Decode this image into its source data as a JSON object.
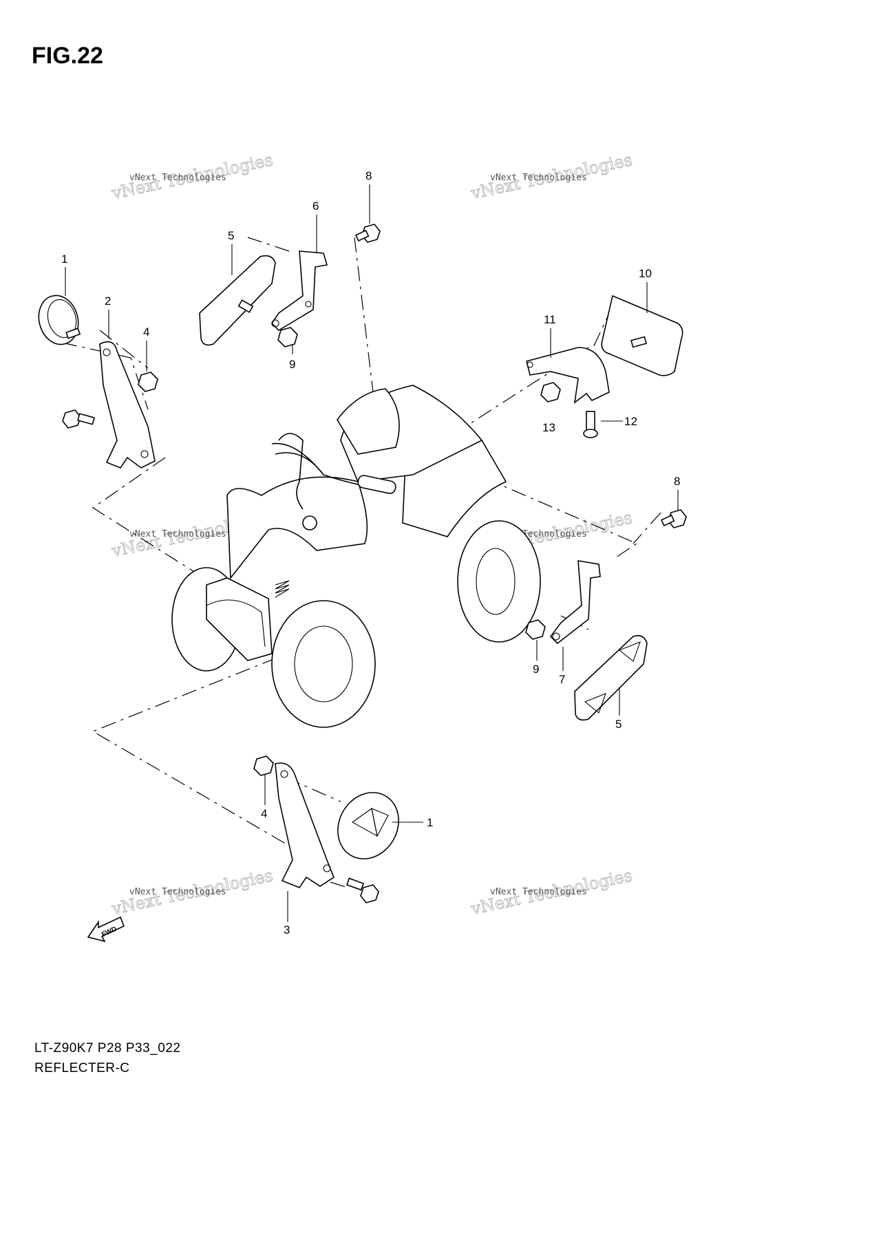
{
  "figure": {
    "title": "FIG.22",
    "model_code": "LT-Z90K7 P28 P33_022",
    "caption": "REFLECTER-C"
  },
  "watermarks": [
    {
      "small": "vNext Technologies",
      "big": "vNext Technologies"
    },
    {
      "small": "vNext Technologies",
      "big": "vNext Technologies"
    },
    {
      "small": "vNext Technologies",
      "big": "vNext Technologies"
    },
    {
      "small": "vNext Technologies",
      "big": "vNext Technologies"
    },
    {
      "small": "vNext Technologies",
      "big": "vNext Technologies"
    },
    {
      "small": "vNext Technologies",
      "big": "vNext Technologies"
    }
  ],
  "callouts": [
    {
      "ref": "1"
    },
    {
      "ref": "2"
    },
    {
      "ref": "4"
    },
    {
      "ref": "5"
    },
    {
      "ref": "6"
    },
    {
      "ref": "8"
    },
    {
      "ref": "9"
    },
    {
      "ref": "10"
    },
    {
      "ref": "11"
    },
    {
      "ref": "13"
    },
    {
      "ref": "12"
    },
    {
      "ref": "8"
    },
    {
      "ref": "9"
    },
    {
      "ref": "7"
    },
    {
      "ref": "5"
    },
    {
      "ref": "4"
    },
    {
      "ref": "1"
    },
    {
      "ref": "3"
    }
  ],
  "fwd_label": "FWD"
}
